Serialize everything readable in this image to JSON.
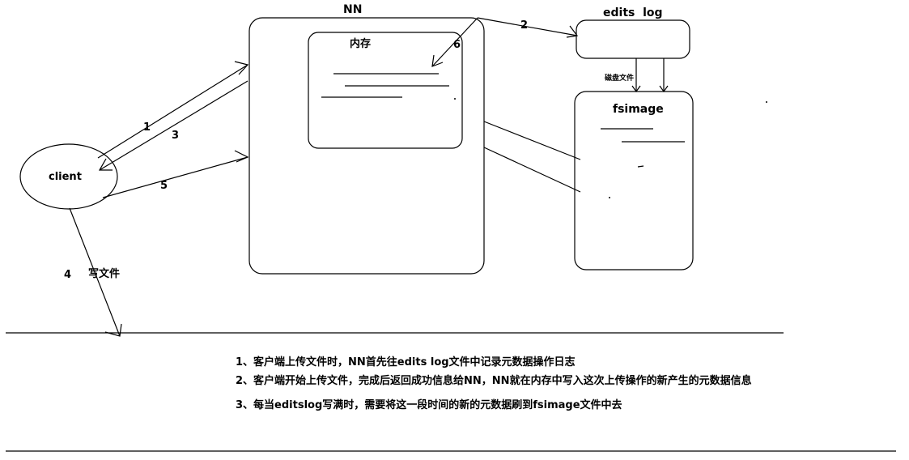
{
  "diagram": {
    "nn_title": "NN",
    "memory_label": "内存",
    "edits_log_label": "edits  log",
    "disk_file_label": "磁盘文件",
    "fsimage_label": "fsimage",
    "client_label": "client",
    "write_file_label": "写文件",
    "step_labels": {
      "s1": "1",
      "s2": "2",
      "s3": "3",
      "s4": "4",
      "s5": "5",
      "s6": "6"
    }
  },
  "notes": [
    "1、客户端上传文件时，NN首先往edits log文件中记录元数据操作日志",
    "2、客户端开始上传文件，完成后返回成功信息给NN，NN就在内存中写入这次上传操作的新产生的元数据信息",
    "3、每当editslog写满时，需要将这一段时间的新的元数据刷到fsimage文件中去"
  ]
}
